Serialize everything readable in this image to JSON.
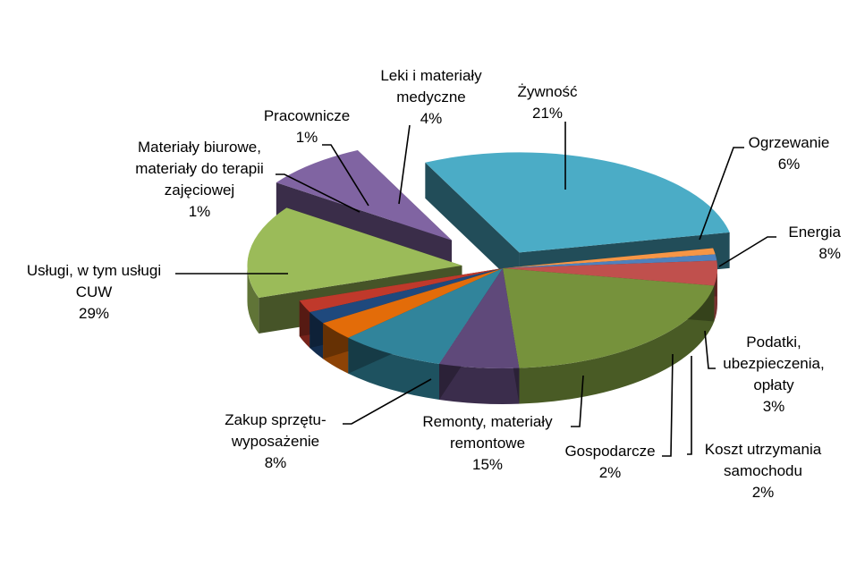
{
  "chart_data": {
    "type": "pie",
    "title": "",
    "legend": "none",
    "units": "%",
    "slices": [
      {
        "name": "Żywność",
        "lines": [
          "Żywność"
        ],
        "pct_label": "21%",
        "value": 21,
        "color": "#76923C"
      },
      {
        "name": "Ogrzewanie",
        "lines": [
          "Ogrzewanie"
        ],
        "pct_label": "6%",
        "value": 6,
        "color": "#5F497A"
      },
      {
        "name": "Energia",
        "lines": [
          "Energia"
        ],
        "pct_label": "8%",
        "value": 8,
        "color": "#31849B"
      },
      {
        "name": "Podatki, ubezpieczenia, opłaty",
        "lines": [
          "Podatki,",
          "ubezpieczenia,",
          "opłaty"
        ],
        "pct_label": "3%",
        "value": 3,
        "color": "#E36C09"
      },
      {
        "name": "Koszt utrzymania samochodu",
        "lines": [
          "Koszt utrzymania",
          "samochodu"
        ],
        "pct_label": "2%",
        "value": 2,
        "color": "#1F497D"
      },
      {
        "name": "Gospodarcze",
        "lines": [
          "Gospodarcze"
        ],
        "pct_label": "2%",
        "value": 2,
        "color": "#C0392B"
      },
      {
        "name": "Remonty, materiały remontowe",
        "lines": [
          "Remonty, materiały",
          "remontowe"
        ],
        "pct_label": "15%",
        "value": 15,
        "color": "#9BBB59"
      },
      {
        "name": "Zakup sprzętu-wyposażenie",
        "lines": [
          "Zakup sprzętu-",
          "wyposażenie"
        ],
        "pct_label": "8%",
        "value": 8,
        "color": "#8064A2"
      },
      {
        "name": "Usługi, w tym usługi CUW",
        "lines": [
          "Usługi, w tym usługi",
          "CUW"
        ],
        "pct_label": "29%",
        "value": 29,
        "color": "#4BACC6"
      },
      {
        "name": "Materiały biurowe, materiały do terapii zajęciowej",
        "lines": [
          "Materiały biurowe,",
          "materiały do terapii",
          "zajęciowej"
        ],
        "pct_label": "1%",
        "value": 1,
        "color": "#F79646"
      },
      {
        "name": "Pracownicze",
        "lines": [
          "Pracownicze"
        ],
        "pct_label": "1%",
        "value": 1,
        "color": "#4F81BD"
      },
      {
        "name": "Leki i materiały medyczne",
        "lines": [
          "Leki i materiały",
          "medyczne"
        ],
        "pct_label": "4%",
        "value": 4,
        "color": "#C0504D"
      }
    ]
  }
}
